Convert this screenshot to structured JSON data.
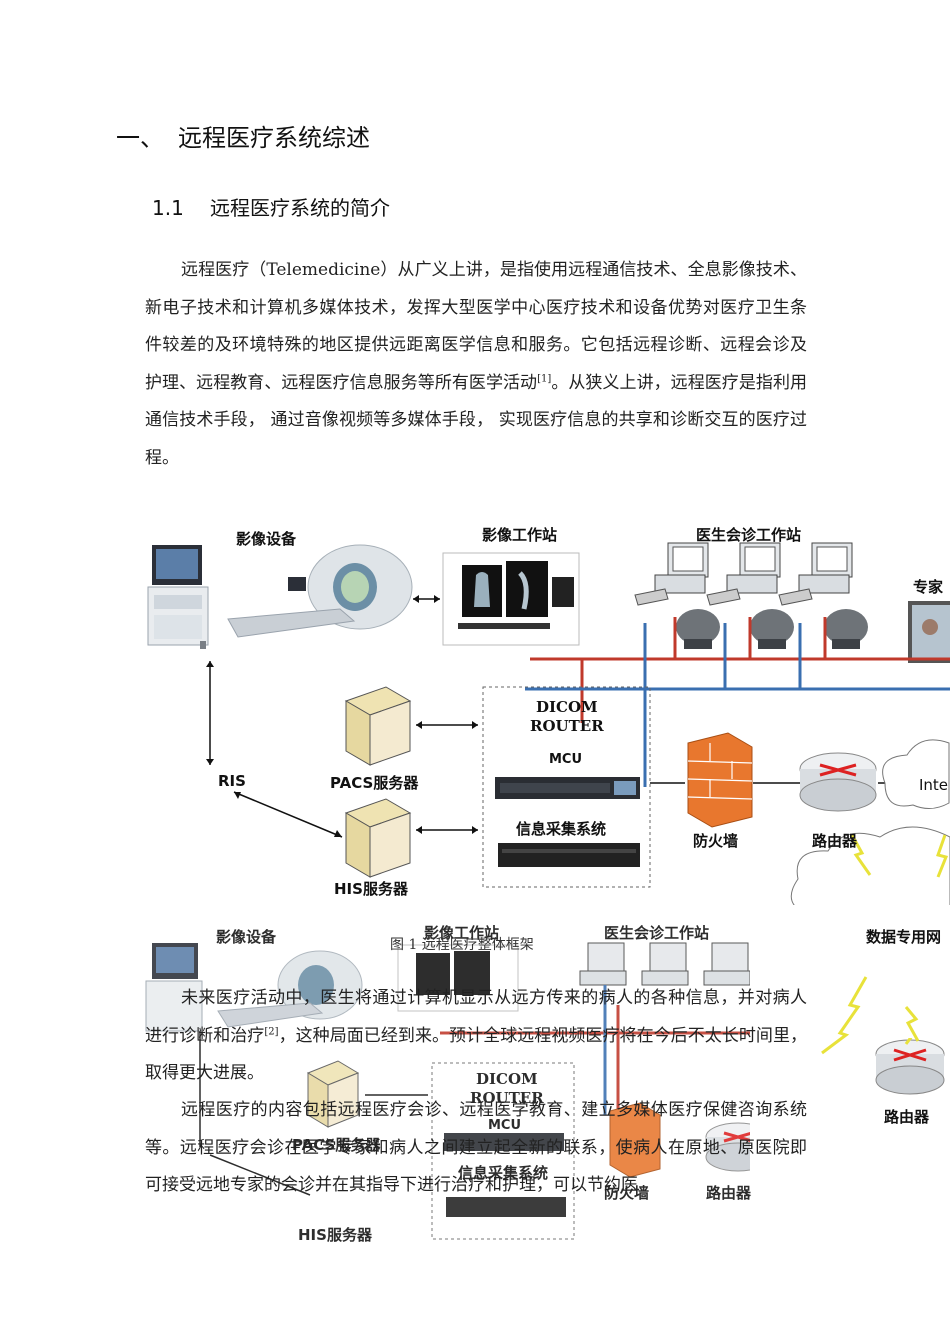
{
  "heading1": {
    "number": "一、",
    "title": "远程医疗系统综述"
  },
  "heading2": {
    "number": "1.1",
    "title": "远程医疗系统的简介"
  },
  "paragraph1": {
    "text_a": "远程医疗（Telemedicine）从广义上讲，是指使用远程通信技术、全息影像技术、新电子技术和计算机多媒体技术，发挥大型医学中心医疗技术和设备优势对医疗卫生条件较差的及环境特殊的地区提供远距离医学信息和服务。它包括远程诊断、远程会诊及护理、远程教育、远程医疗信息服务等所有医学活动",
    "ref1": "[1]",
    "text_b": "。从狭义上讲，远程医疗是指利用通信技术手段， 通过音像视频等多媒体手段， 实现医疗信息的共享和诊断交互的医疗过程。"
  },
  "diagram_top": {
    "imaging_device": "影像设备",
    "imaging_workstation": "影像工作站",
    "doctor_workstation": "医生会诊工作站",
    "expert": "专家",
    "ris": "RIS",
    "pacs_server": "PACS服务器",
    "his_server": "HIS服务器",
    "dicom_router": "DICOM\nROUTER",
    "mcu": "MCU",
    "info_collect": "信息采集系统",
    "firewall": "防火墙",
    "router": "路由器",
    "internet": "Inte",
    "private_net": "数据专用网",
    "router2": "路由器"
  },
  "caption": "图 1 远程医疗整体框架",
  "paragraph2": {
    "text_a": "未来医疗活动中，医生将通过计算机显示从远方传来的病人的各种信息，并对病人进行诊断和治疗",
    "ref2": "[2]",
    "text_b": "，这种局面已经到来。预计全球远程视频医疗将在今后不太长时间里，取得更大进展。"
  },
  "paragraph3": {
    "text": "远程医疗的内容包括远程医疗会诊、远程医学教育、建立多媒体医疗保健咨询系统等。远程医疗会诊在医学专家和病人之间建立起全新的联系，使病人在原地、原医院即可接受远地专家的会诊并在其指导下进行治疗和护理，可以节约医"
  },
  "diagram_bottom": {
    "imaging_device": "影像设备",
    "imaging_workstation": "影像工作站",
    "doctor_workstation": "医生会诊工作站",
    "dicom_router": "DICOM\nROUTER",
    "mcu": "MCU",
    "pacs_server": "PACS服务器",
    "info_collect": "信息采集系统",
    "his_server": "HIS服务器",
    "firewall": "防火墙",
    "router": "路由器"
  },
  "colors": {
    "red_line": "#c0392b",
    "blue_line": "#3a6fb0",
    "firewall": "#e8772e",
    "lightning": "#e8e23a"
  }
}
